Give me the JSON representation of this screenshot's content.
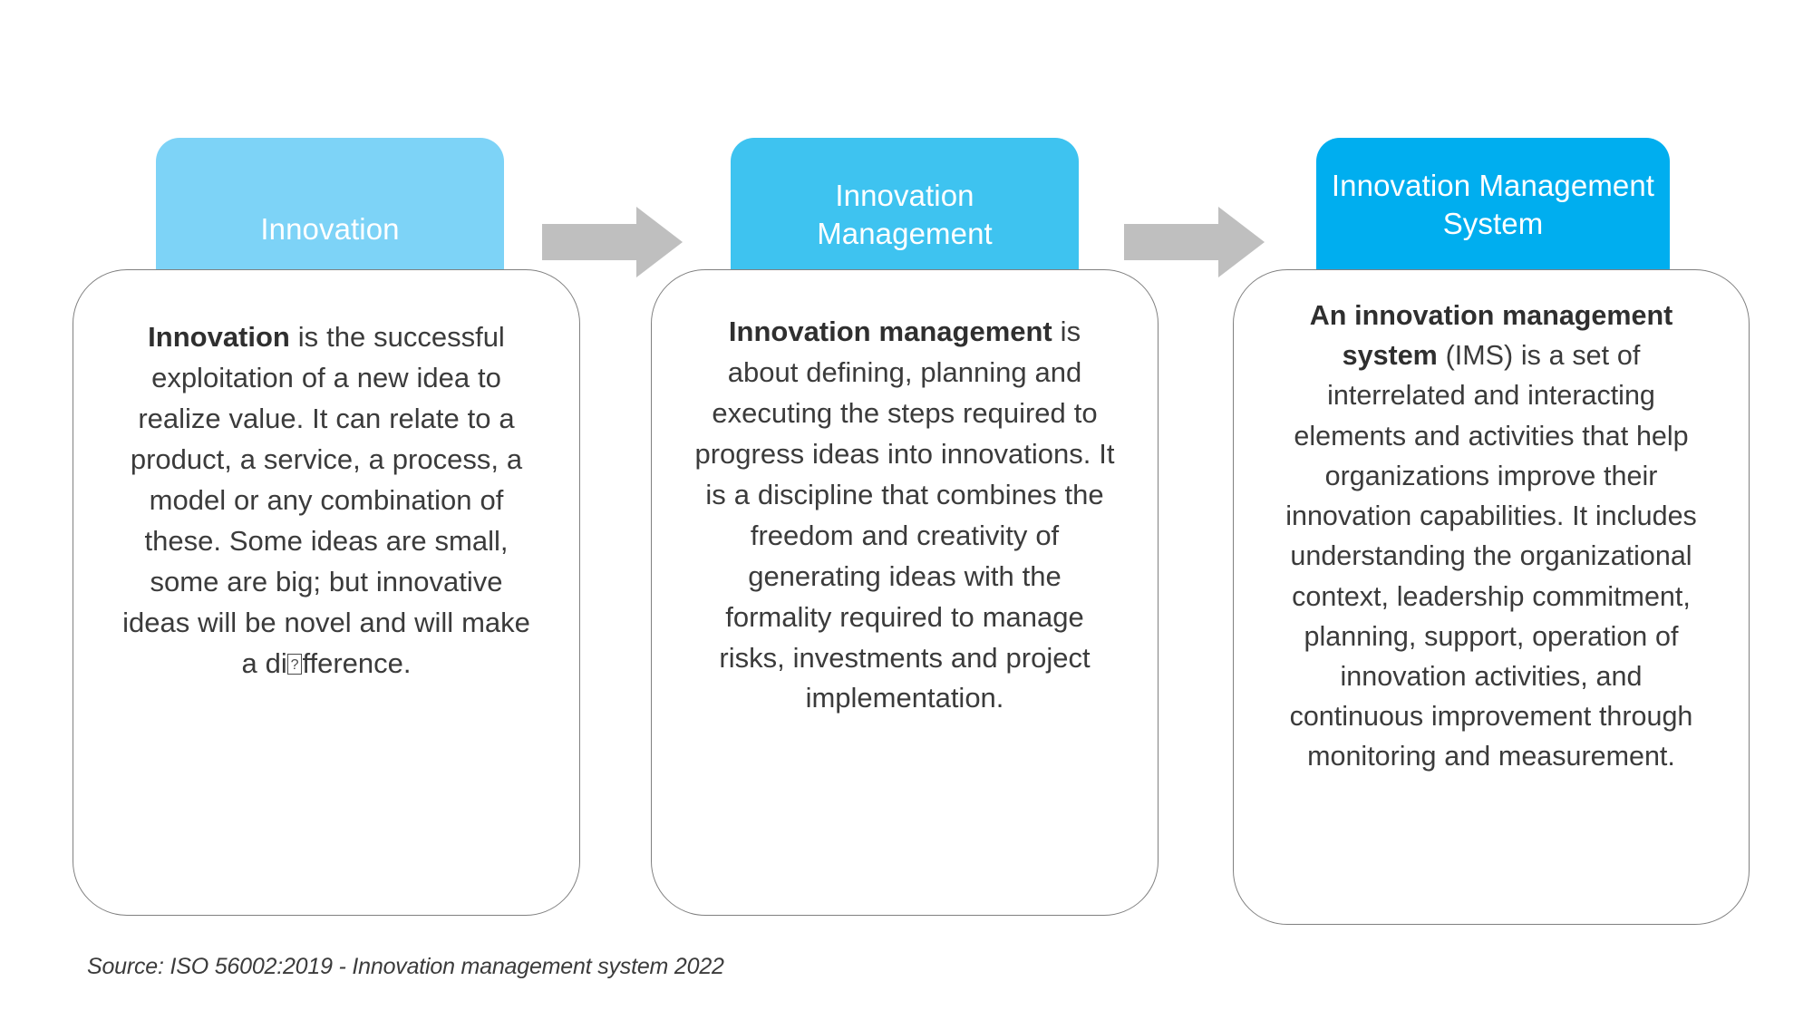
{
  "diagram": {
    "type": "three-stage-progression",
    "accent_colors": {
      "stage_1_header": "#7DD3F7",
      "stage_2_header": "#3EC3F0",
      "stage_3_header": "#00AEEF",
      "arrow": "#BFBFBF",
      "card_border": "#808080",
      "body_text": "#3B3B3B",
      "header_text": "#FFFFFF",
      "background": "#FFFFFF"
    },
    "stages": [
      {
        "id": "innovation",
        "header": "Innovation",
        "lead_bold": "Innovation",
        "body_rest_a": " is the successful exploitation of a new idea to realize value. It can relate to a product, a service, a process, a model or any combination of these. Some ideas are small, some are big; but innovative ideas will be novel and will make a di",
        "body_rest_b": "fference.",
        "has_missing_glyph": true,
        "header_color": "#7DD3F7"
      },
      {
        "id": "innovation-management",
        "header": "Innovation Management",
        "lead_bold": "Innovation management",
        "body_rest_a": " is about defining, planning and executing the steps required to progress ideas into innovations. It is a discipline that combines the freedom and creativity of generating ideas with the formality required to manage risks, investments and project implementation.",
        "body_rest_b": "",
        "has_missing_glyph": false,
        "header_color": "#3EC3F0"
      },
      {
        "id": "innovation-management-system",
        "header": "Innovation Management System",
        "lead_bold": "An innovation management system",
        "body_rest_a": " (IMS) is a set of interrelated and interacting elements and activities that help organizations improve their innovation capabilities. It includes understanding the organizational context, leadership commitment, planning, support, operation of innovation activities, and continuous improvement through monitoring and measurement.",
        "body_rest_b": "",
        "has_missing_glyph": false,
        "header_color": "#00AEEF"
      }
    ],
    "connectors": [
      {
        "id": "arrow-1",
        "icon": "right-arrow-icon",
        "from": "innovation",
        "to": "innovation-management"
      },
      {
        "id": "arrow-2",
        "icon": "right-arrow-icon",
        "from": "innovation-management",
        "to": "innovation-management-system"
      }
    ],
    "source_caption": "Source: ISO 56002:2019 - Innovation management system 2022"
  }
}
